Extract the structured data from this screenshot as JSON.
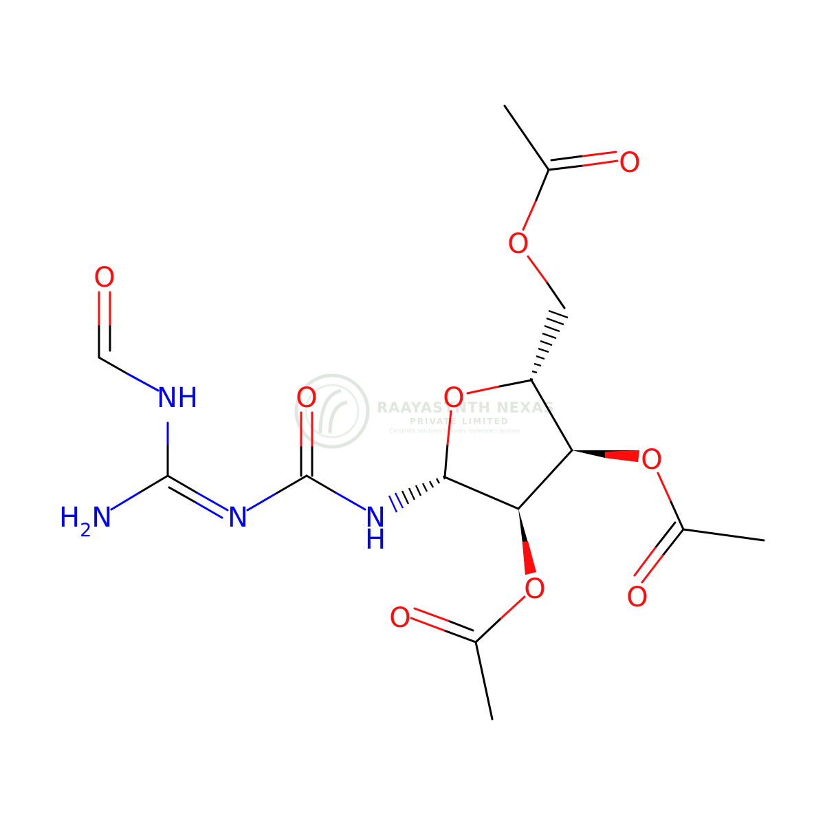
{
  "colors": {
    "carbon": "#000000",
    "oxygen": "#ff0d0d",
    "nitrogen": "#0000ff",
    "watermark": "#c8d4c8"
  },
  "atoms": {
    "o_formyl": "O",
    "n_formyl": "NH",
    "n_amino_prefix": "H",
    "n_amino_sub": "2",
    "n_amino_suffix": "N",
    "n_imine": "N",
    "o_urea": "O",
    "n_urea_n": "N",
    "n_urea_h": "H",
    "o_ring": "O",
    "o_c2_ester": "O",
    "o_c2_carbonyl": "O",
    "o_c3_ester": "O",
    "o_c3_carbonyl": "O",
    "o_c5_ester": "O",
    "o_c5_carbonyl": "O"
  },
  "watermark": {
    "company": "RAAYASYNTH NEXAS",
    "subtitle": "PRIVATE LIMITED",
    "tagline": "Complete solutions to every molecule's journey"
  }
}
